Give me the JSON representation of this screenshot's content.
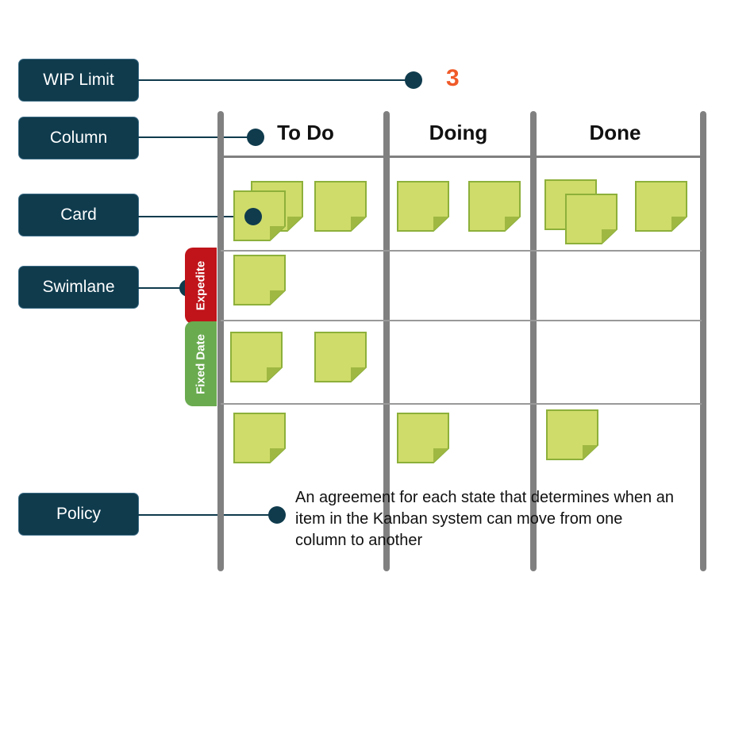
{
  "labels": {
    "wip_limit": "WIP Limit",
    "column": "Column",
    "card": "Card",
    "swimlane": "Swimlane",
    "policy": "Policy"
  },
  "wip_limit_value": "3",
  "columns": [
    "To Do",
    "Doing",
    "Done"
  ],
  "swimlanes": [
    "Expedite",
    "Fixed Date"
  ],
  "policy_description": "An agreement for each state that determines when an item in the Kanban system can move from one column to another",
  "colors": {
    "label_bg": "#0f3b4d",
    "wip_value": "#f05a28",
    "card_fill": "#cfdc6a",
    "card_border": "#8db03a",
    "expedite": "#c0141a",
    "fixed_date": "#6aab50",
    "board_lines": "#808080"
  }
}
